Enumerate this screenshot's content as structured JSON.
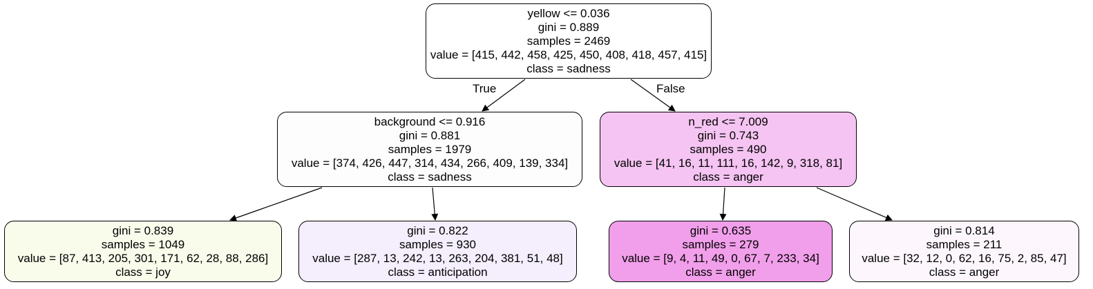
{
  "tree": {
    "nodes": [
      {
        "id": "root",
        "lines": [
          "yellow <= 0.036",
          "gini = 0.889",
          "samples = 2469",
          "value = [415, 442, 458, 425, 450, 408, 418, 457, 415]",
          "class = sadness"
        ],
        "fill": "#ffffff"
      },
      {
        "id": "n1",
        "lines": [
          "background <= 0.916",
          "gini = 0.881",
          "samples = 1979",
          "value = [374, 426, 447, 314, 434, 266, 409, 139, 334]",
          "class = sadness"
        ],
        "fill": "#fdfdfd"
      },
      {
        "id": "n2",
        "lines": [
          "n_red <= 7.009",
          "gini = 0.743",
          "samples = 490",
          "value = [41, 16, 11, 111, 16, 142, 9, 318, 81]",
          "class = anger"
        ],
        "fill": "#f5c4f2"
      },
      {
        "id": "n3",
        "lines": [
          "gini = 0.839",
          "samples = 1049",
          "value = [87, 413, 205, 301, 171, 62, 28, 88, 286]",
          "class = joy"
        ],
        "fill": "#f9fbeb"
      },
      {
        "id": "n4",
        "lines": [
          "gini = 0.822",
          "samples = 930",
          "value = [287, 13, 242, 13, 263, 204, 381, 51, 48]",
          "class = anticipation"
        ],
        "fill": "#f4eefd"
      },
      {
        "id": "n5",
        "lines": [
          "gini = 0.635",
          "samples = 279",
          "value = [9, 4, 11, 49, 0, 67, 7, 233, 34]",
          "class = anger"
        ],
        "fill": "#f19fea"
      },
      {
        "id": "n6",
        "lines": [
          "gini = 0.814",
          "samples = 211",
          "value = [32, 12, 0, 62, 16, 75, 2, 85, 47]",
          "class = anger"
        ],
        "fill": "#fdf7fd"
      }
    ],
    "edges": [
      {
        "from": "root",
        "to": "n1",
        "label": "True"
      },
      {
        "from": "root",
        "to": "n2",
        "label": "False"
      },
      {
        "from": "n1",
        "to": "n3",
        "label": ""
      },
      {
        "from": "n1",
        "to": "n4",
        "label": ""
      },
      {
        "from": "n2",
        "to": "n5",
        "label": ""
      },
      {
        "from": "n2",
        "to": "n6",
        "label": ""
      }
    ]
  }
}
